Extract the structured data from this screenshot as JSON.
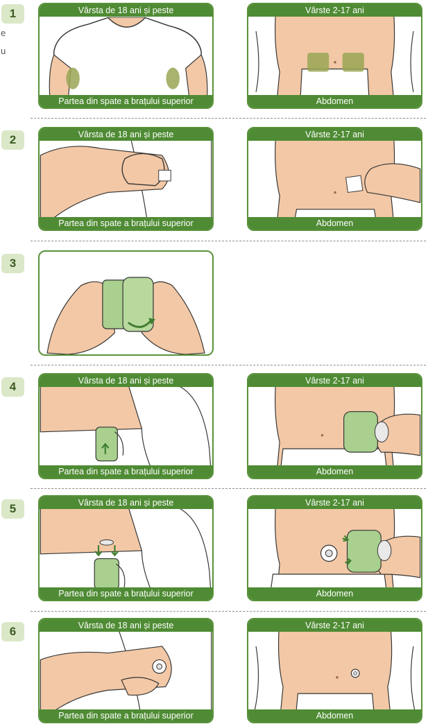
{
  "edge_text": [
    "e",
    "u"
  ],
  "labels": {
    "adult": "Vârsta de 18 ani și peste",
    "child": "Vârste 2-17 ani",
    "arm_site": "Partea din spate a brațului superior",
    "abdomen_site": "Abdomen"
  },
  "steps": [
    {
      "number": "1"
    },
    {
      "number": "2"
    },
    {
      "number": "3"
    },
    {
      "number": "4"
    },
    {
      "number": "5"
    },
    {
      "number": "6"
    }
  ],
  "colors": {
    "brand_green": "#4f8b34",
    "badge_bg": "#dbe8c8",
    "skin": "#f2c8a6",
    "site_highlight": "#9aa655",
    "device_green": "#a9d08e"
  }
}
